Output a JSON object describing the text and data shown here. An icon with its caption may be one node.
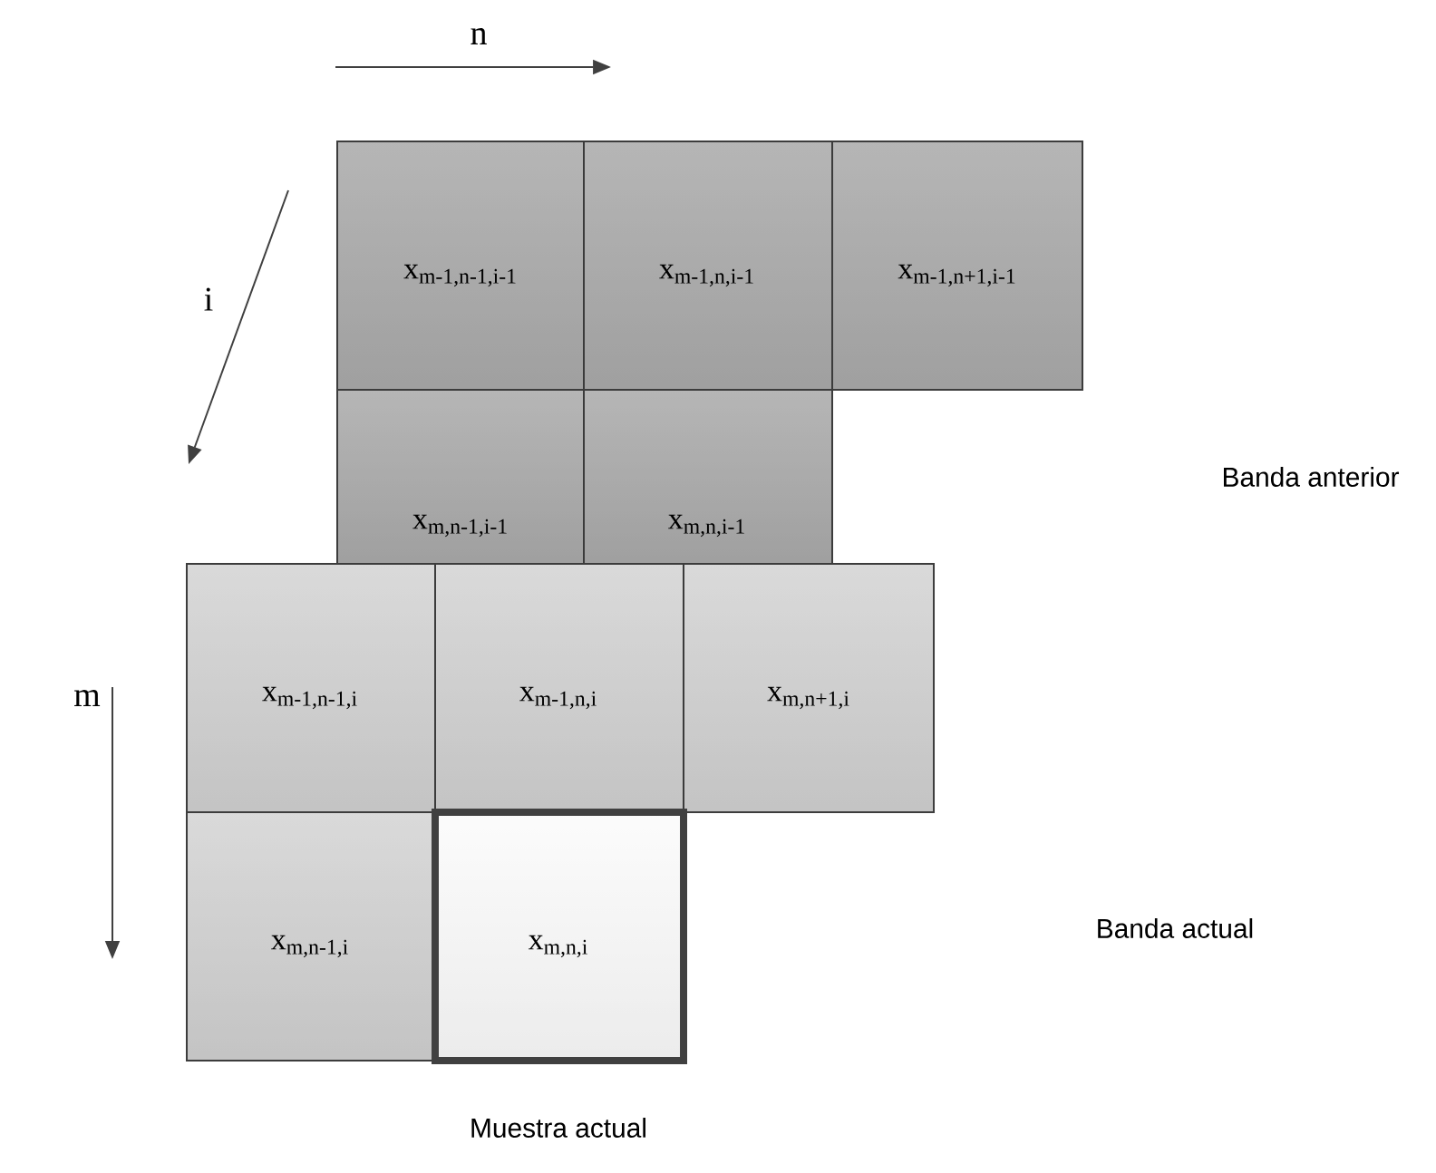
{
  "diagram": {
    "nodes": [
      {
        "text": [
          "x$_{m-1,n-1,i-1}$"
        ]
      },
      {
        "text": [
          "x$_{m-1,n,i-1}$"
        ]
      },
      {
        "text": [
          "x$_{m-1,n+1,i-1}$"
        ]
      },
      {
        "text": [
          "x$_{m,n-1,i-1}$"
        ]
      },
      {
        "text": [
          "x$_{m,n,i-1}$"
        ]
      },
      {
        "text": [
          "x$_{m-1,n-1,i}$"
        ]
      },
      {
        "text": [
          "x$_{m-1,n,i}$"
        ]
      },
      {
        "text": [
          "x$_{m,n+1,i}$"
        ]
      },
      {
        "text": [
          "x$_{m,n-1,i}$"
        ]
      },
      {
        "text": [
          "x$_{m,n,i}$"
        ]
      }
    ],
    "labels": [
      "n",
      "i",
      "Banda anterior",
      "m",
      "Banda actual",
      "Muestra actual"
    ]
  }
}
